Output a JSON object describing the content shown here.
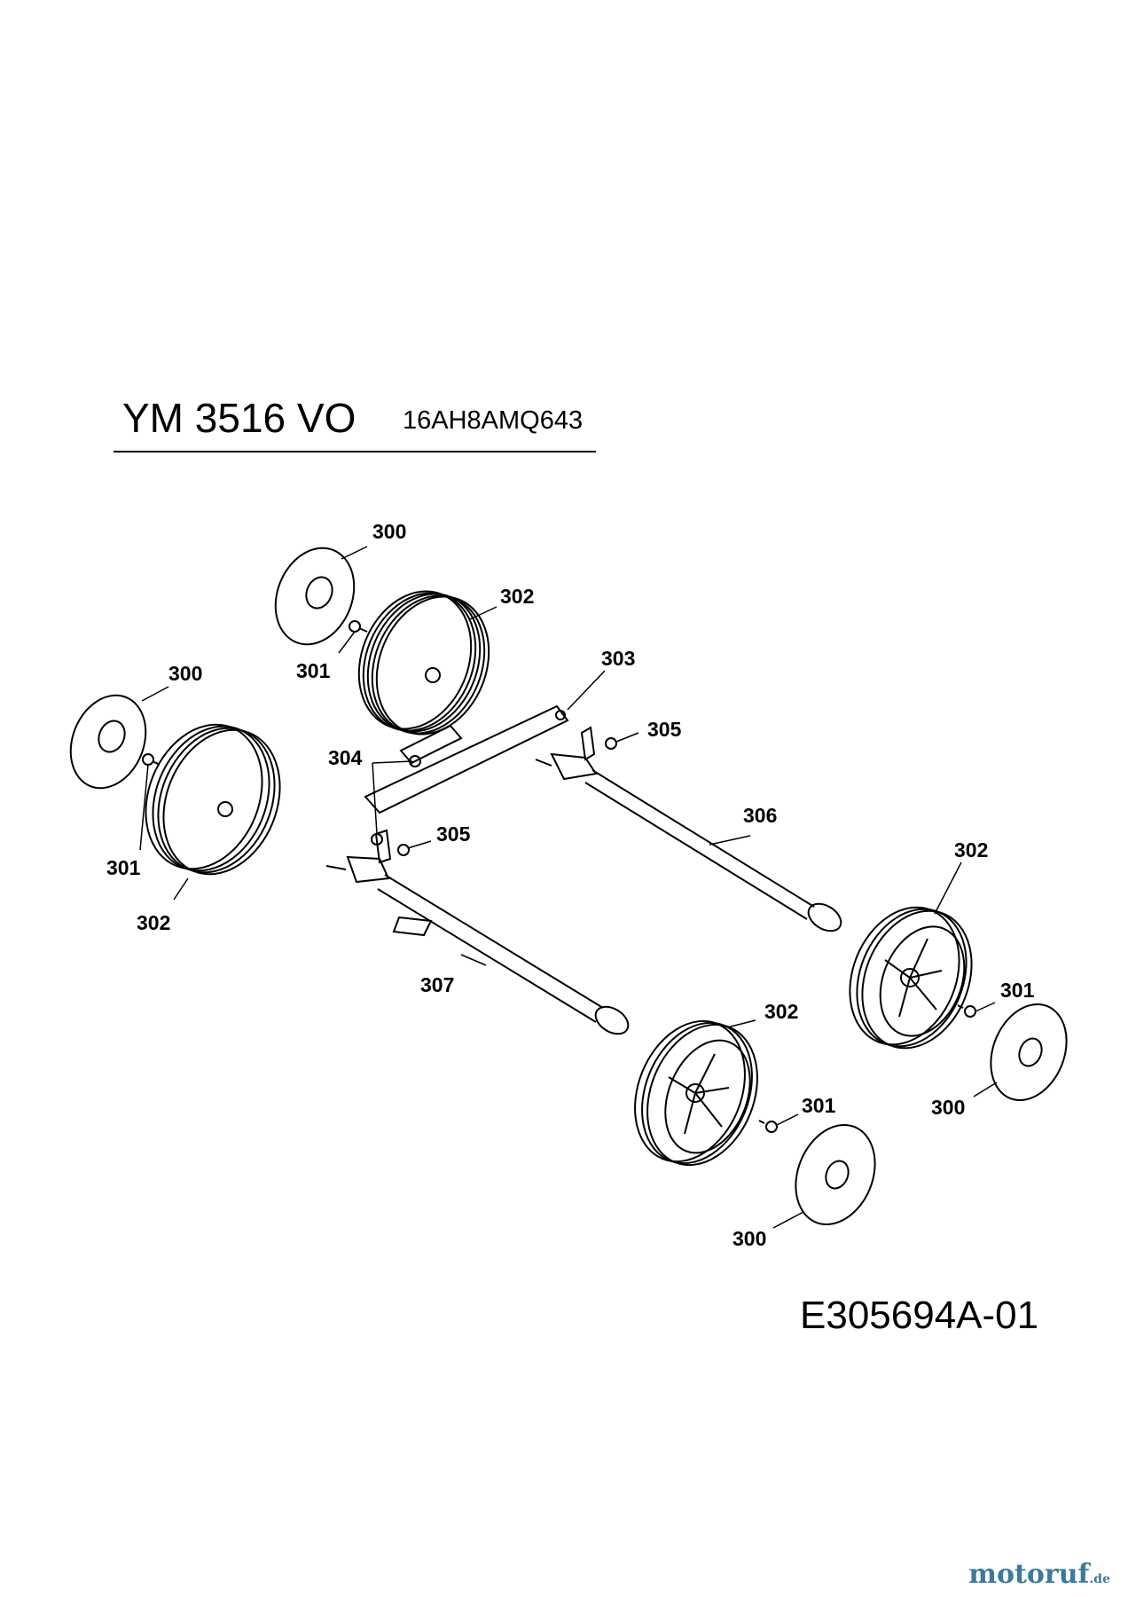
{
  "header": {
    "model": "YM 3516 VO",
    "serial": "16AH8AMQ643"
  },
  "footer": {
    "drawing_number": "E305694A-01"
  },
  "watermark": {
    "brand_main": "motoruf",
    "brand_tld": ".de"
  },
  "callouts": {
    "c300_top": "300",
    "c302_top": "302",
    "c301_top": "301",
    "c303": "303",
    "c300_left": "300",
    "c305_upper": "305",
    "c304": "304",
    "c301_left": "301",
    "c305_lower": "305",
    "c306": "306",
    "c302_left": "302",
    "c302_right": "302",
    "c301_right": "301",
    "c307": "307",
    "c302_front": "302",
    "c300_right": "300",
    "c301_front": "301",
    "c300_front": "300"
  }
}
